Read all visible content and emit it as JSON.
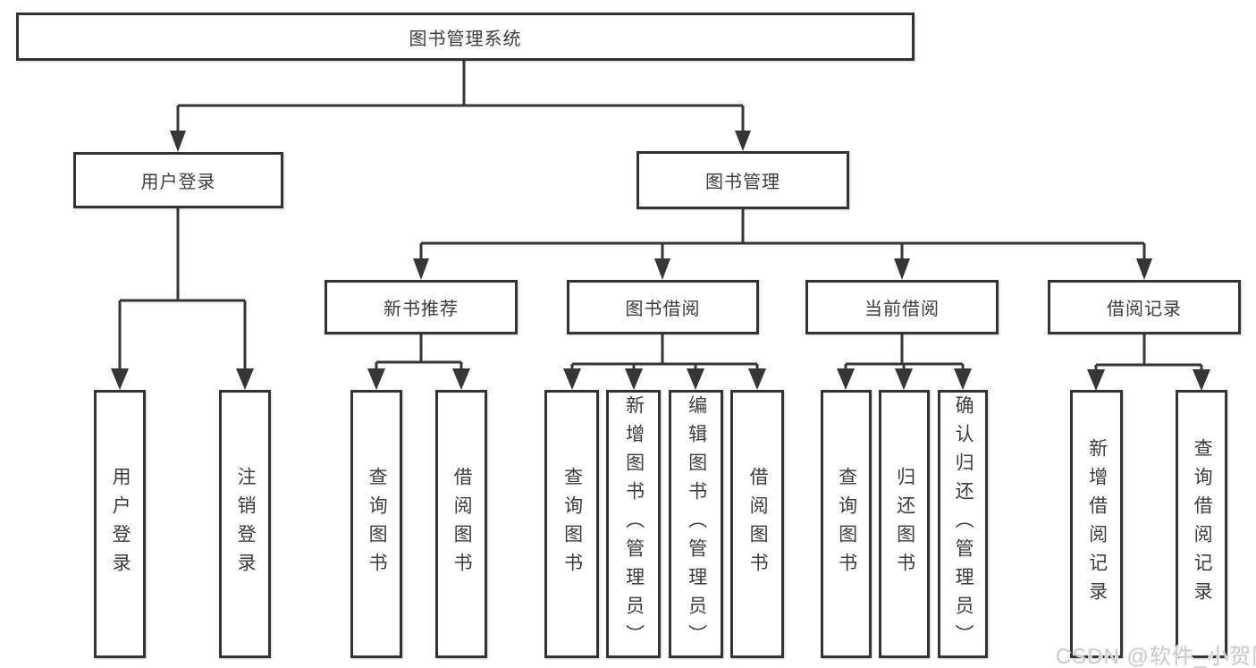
{
  "diagram": {
    "root": {
      "label": "图书管理系统"
    },
    "level2": [
      {
        "label": "用户登录"
      },
      {
        "label": "图书管理"
      }
    ],
    "level3": [
      {
        "label": "新书推荐"
      },
      {
        "label": "图书借阅"
      },
      {
        "label": "当前借阅"
      },
      {
        "label": "借阅记录"
      }
    ],
    "leaves": [
      {
        "label": "用户登录"
      },
      {
        "label": "注销登录"
      },
      {
        "label": "查询图书"
      },
      {
        "label": "借阅图书"
      },
      {
        "label": "查询图书"
      },
      {
        "label": "新增图书（管理员）"
      },
      {
        "label": "编辑图书（管理员）"
      },
      {
        "label": "借阅图书"
      },
      {
        "label": "查询图书"
      },
      {
        "label": "归还图书"
      },
      {
        "label": "确认归还（管理员）"
      },
      {
        "label": "新增借阅记录"
      },
      {
        "label": "查询借阅记录"
      }
    ]
  },
  "watermark": {
    "text": "CSDN @软件_小贺同学"
  }
}
